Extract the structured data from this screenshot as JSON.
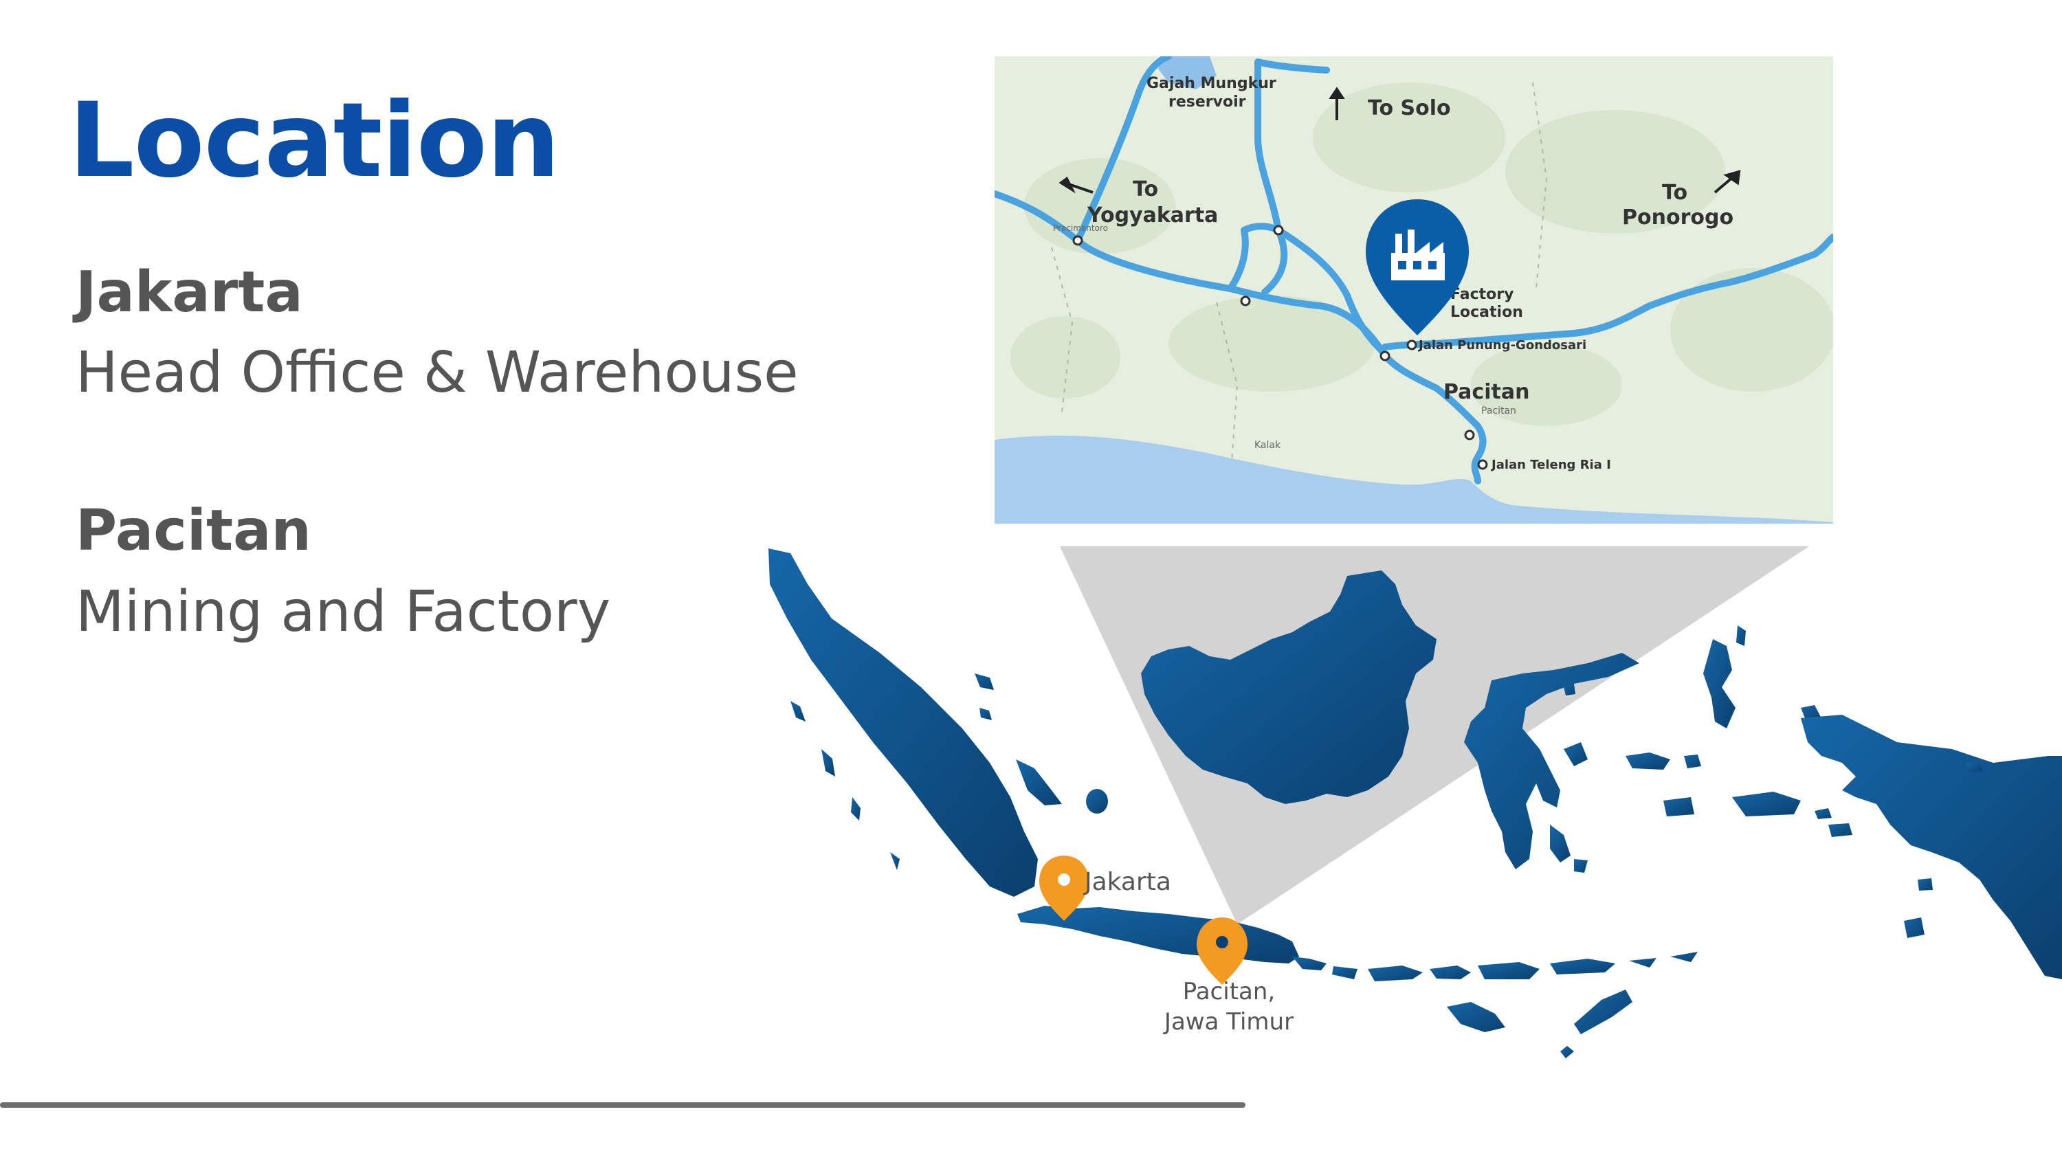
{
  "slide": {
    "title": "Location",
    "locations": [
      {
        "name": "Jakarta",
        "description": "Head Office & Warehouse"
      },
      {
        "name": "Pacitan",
        "description": "Mining and Factory"
      }
    ]
  },
  "inset_map": {
    "labels": {
      "reservoir": [
        "Gajah Mungkur",
        "reservoir"
      ],
      "to_solo": "To Solo",
      "to_yogyakarta": [
        "To",
        "Yogyakarta"
      ],
      "to_ponorogo": [
        "To",
        "Ponorogo"
      ],
      "factory": [
        "Factory",
        "Location"
      ],
      "road_punung": "Jalan Punung-Gondosari",
      "pacitan_town": "Pacitan",
      "pacitan_small": "Pacitan",
      "road_teleng": "Jalan Teleng Ria I",
      "kalak": "Kalak",
      "pracimantoro": "Pracimantoro"
    },
    "factory_icon": "factory-icon",
    "route_color": "#4aa3df",
    "sea_color": "#a9cdee",
    "land_color": "#e6eee0"
  },
  "indonesia_map": {
    "markers": [
      {
        "label": "Jakarta",
        "icon": "map-pin-icon"
      },
      {
        "label_lines": [
          "Pacitan,",
          "Jawa Timur"
        ],
        "icon": "map-pin-icon"
      }
    ],
    "island_color": "#0f5a96",
    "marker_color": "#f29a21"
  }
}
